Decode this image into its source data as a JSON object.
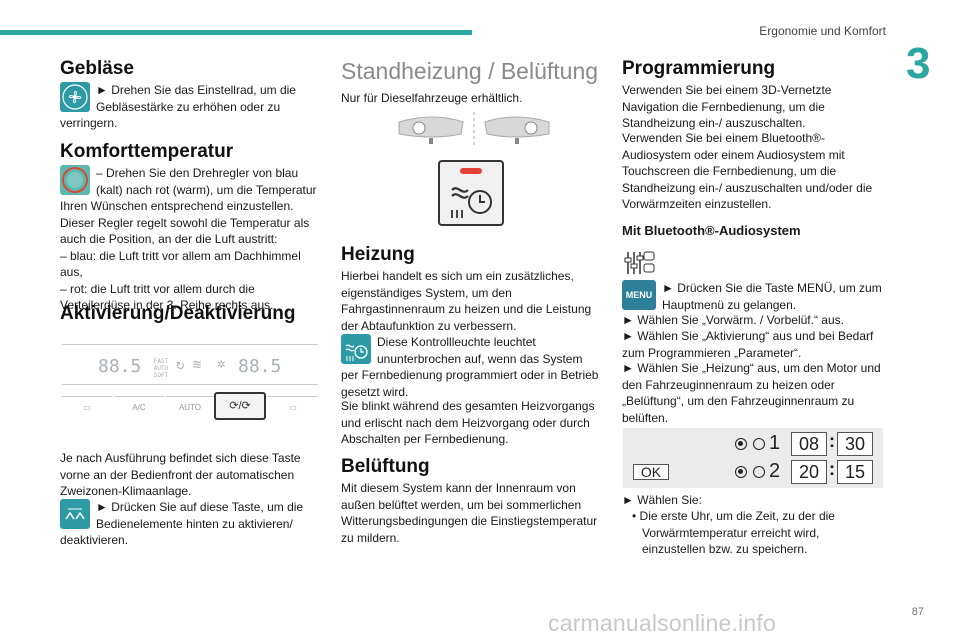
{
  "header": {
    "title": "Ergonomie und Komfort",
    "chapter": "3",
    "page": "87"
  },
  "watermark": "carmanualsonline.info",
  "col1": {
    "geblaese_title": "Gebläse",
    "geblaese_text": "► Drehen Sie das Einstellrad, um die Gebläsestärke zu erhöhen oder zu verringern.",
    "komfort_title": "Komforttemperatur",
    "komfort_text1": "– Drehen Sie den Drehregler von blau (kalt) nach rot (warm), um die Temperatur Ihren Wünschen entsprechend einzustellen.",
    "komfort_text2": "Dieser Regler regelt sowohl die Temperatur als auch die Position, an der die Luft austritt:",
    "komfort_text3": "– blau: die Luft tritt vor allem am Dachhimmel aus,",
    "komfort_text4": "– rot: die Luft tritt vor allem durch die Verteilerdüse in der 3. Reihe rechts aus.",
    "akt_title": "Aktivierung/Deaktivierung",
    "panel": {
      "left_temp": "88.5",
      "right_temp": "88.5",
      "fast_auto": "FAST AUTO SOFT",
      "btn_ac": "A/C",
      "btn_auto": "AUTO"
    },
    "akt_text1": "Je nach Ausführung befindet sich diese Taste vorne an der Bedienfront der automatischen Zweizonen-Klimaanlage.",
    "akt_text2": "► Drücken Sie auf diese Taste, um die Bedienelemente hinten zu aktivieren/ deaktivieren."
  },
  "col2": {
    "title": "Standheizung / Belüftung",
    "intro": "Nur für Dieselfahrzeuge erhältlich.",
    "heizung_title": "Heizung",
    "heizung_text1": "Hierbei handelt es sich um ein zusätzliches, eigenständiges System, um den Fahrgastinnenraum zu heizen und die Leistung der Abtaufunktion zu verbessern.",
    "heizung_text2": "Diese Kontrollleuchte leuchtet ununterbrochen auf, wenn das System per Fernbedienung programmiert oder in Betrieb gesetzt wird.",
    "heizung_text3": "Sie blinkt während des gesamten Heizvorgangs und erlischt nach dem Heizvorgang oder durch Abschalten per Fernbedienung.",
    "belueftung_title": "Belüftung",
    "belueftung_text": "Mit diesem System kann der Innenraum von außen belüftet werden, um bei sommerlichen Witterungsbedingungen die Einstiegstemperatur zu mildern."
  },
  "col3": {
    "title": "Programmierung",
    "text1": "Verwenden Sie bei einem 3D-Vernetzte Navigation die Fernbedienung, um die Standheizung ein-/ auszuschalten.",
    "text2": "Verwenden Sie bei einem Bluetooth®-Audiosystem oder einem Audiosystem mit Touchscreen die Fernbedienung, um die Standheizung ein-/ auszuschalten und/oder die Vorwärmzeiten einzustellen.",
    "sub_title": "Mit Bluetooth®-Audiosystem",
    "menu_label": "MENU",
    "step1": "► Drücken Sie die Taste MENÜ, um zum Hauptmenü zu gelangen.",
    "step2": "► Wählen Sie „Vorwärm. / Vorbelüf.“ aus.",
    "step3": "► Wählen Sie „Aktivierung“ aus und bei Bedarf zum Programmieren „Parameter“.",
    "step4": "► Wählen Sie „Heizung“ aus, um den Motor und den Fahrzeuginnenraum zu heizen oder „Belüftung“, um den Fahrzeuginnenraum zu belüften.",
    "prog": {
      "ok": "OK",
      "n1": "1",
      "n2": "2",
      "h1": "08",
      "m1": "30",
      "h2": "20",
      "m2": "15"
    },
    "step5": "► Wählen Sie:",
    "step6": "• Die erste Uhr, um die Zeit, zu der die Vorwärmtemperatur erreicht wird, einzustellen bzw. zu speichern."
  }
}
